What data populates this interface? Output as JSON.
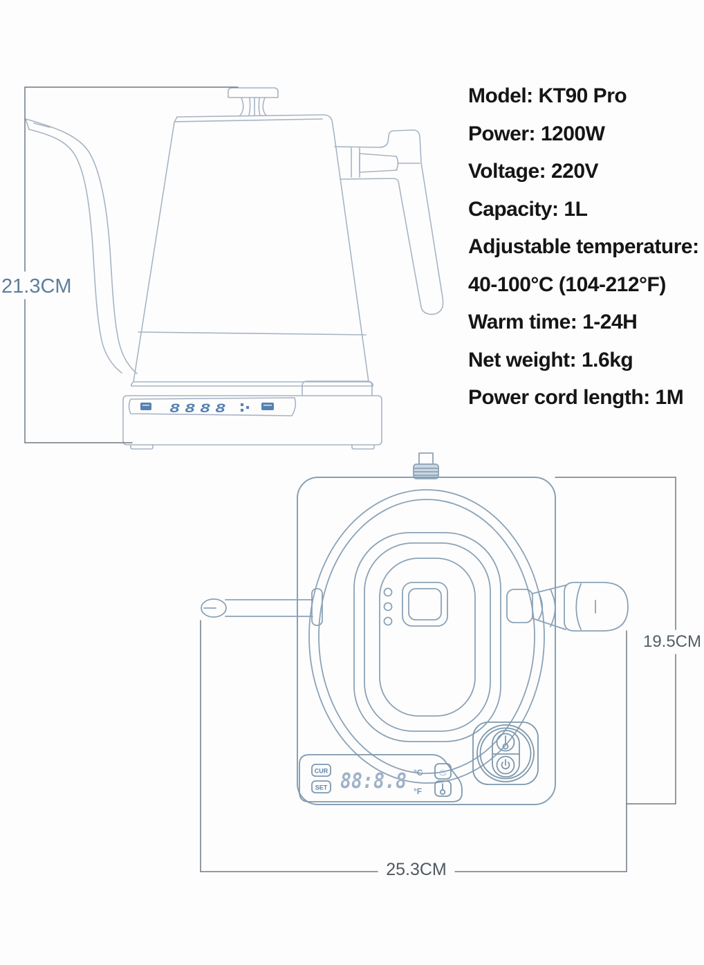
{
  "specs": {
    "lines": [
      "Model: KT90 Pro",
      "Power: 1200W",
      "Voltage: 220V",
      "Capacity: 1L",
      "Adjustable temperature:",
      "40-100°C (104-212°F)",
      "Warm time: 1-24H",
      "Net weight: 1.6kg",
      "Power cord length: 1M"
    ]
  },
  "dimensions": {
    "kettle_height": "21.3CM",
    "base_height": "19.5CM",
    "base_width": "25.3CM"
  },
  "base_panel": {
    "cur_label": "CUR",
    "set_label": "SET",
    "display_value": "88:8.8",
    "celsius_label": "°C",
    "fahrenheit_label": "°F"
  },
  "side_display": {
    "digits": "8888"
  },
  "colors": {
    "side_line": "#a7b4c4",
    "top_line": "#8ba2b7",
    "accent_blue": "#5581b2",
    "dimension_line": "#6e7a84",
    "spec_text": "#151515",
    "height_label": "#5b7e9d"
  }
}
